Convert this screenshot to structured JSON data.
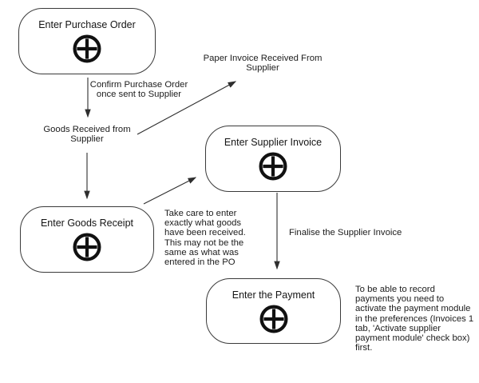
{
  "diagram": {
    "background": "#ffffff",
    "colors": {
      "line": "#2e2e2e",
      "text": "#1c1c1c",
      "node_border": "#3a3a3a",
      "node_fill": "#ffffff",
      "icon": "#111111"
    },
    "nodes": [
      {
        "id": "enter-purchase-order",
        "label": "Enter Purchase Order",
        "icon": "plus-circle-icon"
      },
      {
        "id": "enter-supplier-invoice",
        "label": "Enter Supplier Invoice",
        "icon": "plus-circle-icon"
      },
      {
        "id": "enter-goods-receipt",
        "label": "Enter Goods Receipt",
        "icon": "plus-circle-icon"
      },
      {
        "id": "enter-the-payment",
        "label": "Enter the Payment",
        "icon": "plus-circle-icon"
      }
    ],
    "annotations": {
      "paper_invoice": "Paper Invoice Received From\nSupplier",
      "confirm_po": "Confirm Purchase Order\nonce sent to Supplier",
      "goods_received": "Goods Received from\nSupplier",
      "take_care": "Take care to enter\nexactly what goods\nhave been received.\nThis may not be the\nsame as what was\nentered in the PO",
      "finalise": "Finalise the Supplier Invoice",
      "record_payments": "To be able to record\npayments you need to\nactivate the payment module\nin the preferences (Invoices 1\ntab, 'Activate supplier\npayment module' check box)\nfirst."
    },
    "flows": [
      {
        "from": "enter-purchase-order",
        "to": "goods-received-label",
        "label": "Confirm Purchase Order once sent to Supplier"
      },
      {
        "from": "goods-received-label",
        "to": "paper-invoice-label"
      },
      {
        "from": "goods-received-label",
        "to": "enter-goods-receipt"
      },
      {
        "from": "enter-goods-receipt",
        "to": "enter-supplier-invoice"
      },
      {
        "from": "enter-supplier-invoice",
        "to": "enter-the-payment",
        "label": "Finalise the Supplier Invoice"
      }
    ]
  }
}
